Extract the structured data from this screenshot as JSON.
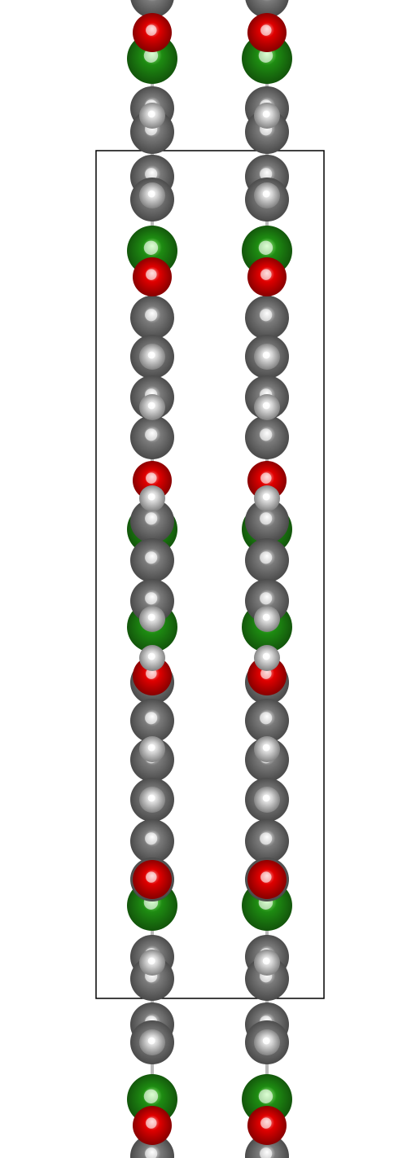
{
  "structure": {
    "columns": 2,
    "elements": {
      "C": {
        "color": "#7a7a7a",
        "highlight": "#ffffff"
      },
      "H": {
        "color": "#d8d8d8",
        "highlight": "#ffffff"
      },
      "O": {
        "color": "#e00000",
        "highlight": "#ffb0b0"
      },
      "Cl": {
        "color": "#1e8c12",
        "highlight": "#a8ff90"
      }
    },
    "bond_color": "#b9b9b9",
    "cell_outline_color": "#000000",
    "atom_sequence": [
      "C",
      "O",
      "Cl",
      "C",
      "H",
      "C",
      "C",
      "H",
      "C",
      "Cl",
      "O",
      "C",
      "H",
      "C",
      "C",
      "H",
      "C",
      "O",
      "Cl",
      "H",
      "C",
      "C",
      "C",
      "Cl",
      "H",
      "H",
      "O",
      "C",
      "C",
      "H",
      "C",
      "C",
      "H",
      "C",
      "C",
      "O",
      "Cl",
      "C",
      "H",
      "C",
      "C",
      "H",
      "C",
      "Cl",
      "O",
      "C"
    ]
  }
}
